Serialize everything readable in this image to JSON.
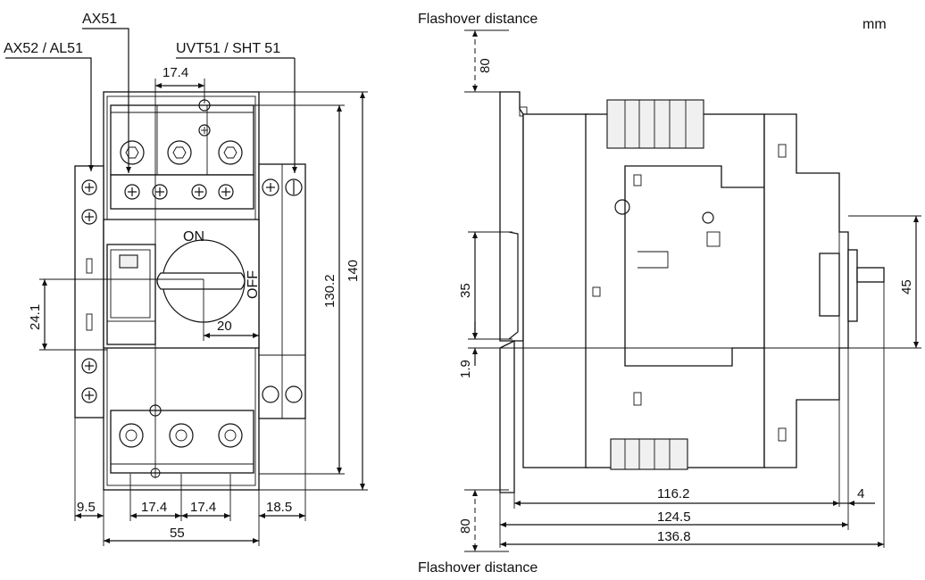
{
  "units": "mm",
  "front_view": {
    "callouts": {
      "ax51": "AX51",
      "ax52_al51": "AX52 / AL51",
      "uvt51_sht51": "UVT51 / SHT 51"
    },
    "switch_labels": {
      "on": "ON",
      "off": "OFF"
    },
    "dimensions": {
      "top_offset": "17.4",
      "height_inner": "130.2",
      "height_total": "140",
      "handle_height": "24.1",
      "handle_offset": "20",
      "left_margin": "9.5",
      "pitch_1": "17.4",
      "pitch_2": "17.4",
      "right_margin": "18.5",
      "width_total": "55"
    }
  },
  "side_view": {
    "flashover_top": "Flashover distance",
    "flashover_bottom": "Flashover distance",
    "dimensions": {
      "flash_top": "80",
      "flash_bottom": "80",
      "rail_35": "35",
      "rail_1_9": "1.9",
      "handle_45": "45",
      "depth_116_2": "116.2",
      "depth_4": "4",
      "depth_124_5": "124.5",
      "depth_136_8": "136.8"
    }
  }
}
